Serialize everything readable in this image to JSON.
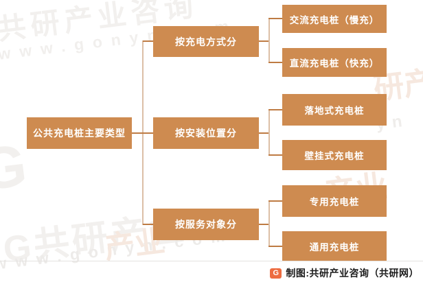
{
  "diagram": {
    "root": {
      "label": "公共充电桩主要类型"
    },
    "groups": [
      {
        "category": "按充电方式分",
        "children": [
          {
            "label": "交流充电桩（慢充）"
          },
          {
            "label": "直流充电桩（快充）"
          }
        ]
      },
      {
        "category": "按安装位置分",
        "children": [
          {
            "label": "落地式充电桩"
          },
          {
            "label": "壁挂式充电桩"
          }
        ]
      },
      {
        "category": "按服务对象分",
        "children": [
          {
            "label": "专用充电桩"
          },
          {
            "label": "通用充电桩"
          }
        ]
      }
    ]
  },
  "watermarks": [
    {
      "text": "共研产业咨询"
    },
    {
      "text": "www.gonyn.com"
    },
    {
      "text": "G"
    },
    {
      "text": "G共研产业"
    },
    {
      "text": "www.gonyn.com"
    },
    {
      "text": "产业"
    },
    {
      "text": "研产业"
    },
    {
      "text": "yn"
    },
    {
      "text": "产业"
    }
  ],
  "footer": {
    "logo_letter": "G",
    "credit": "制图:共研产业咨询（共研网）"
  },
  "colors": {
    "node_fill": "#CE8B50",
    "node_text": "#FFFFFF",
    "connector_horizontal": "#BE7B43",
    "connector_vertical": "#DCBFA6",
    "watermark_gray": "#F2F0EE",
    "watermark_warm": "#F6E8DF",
    "divider": "#E4E2E0",
    "credit_text": "#1A1A1A",
    "logo": "#ED6C41"
  }
}
